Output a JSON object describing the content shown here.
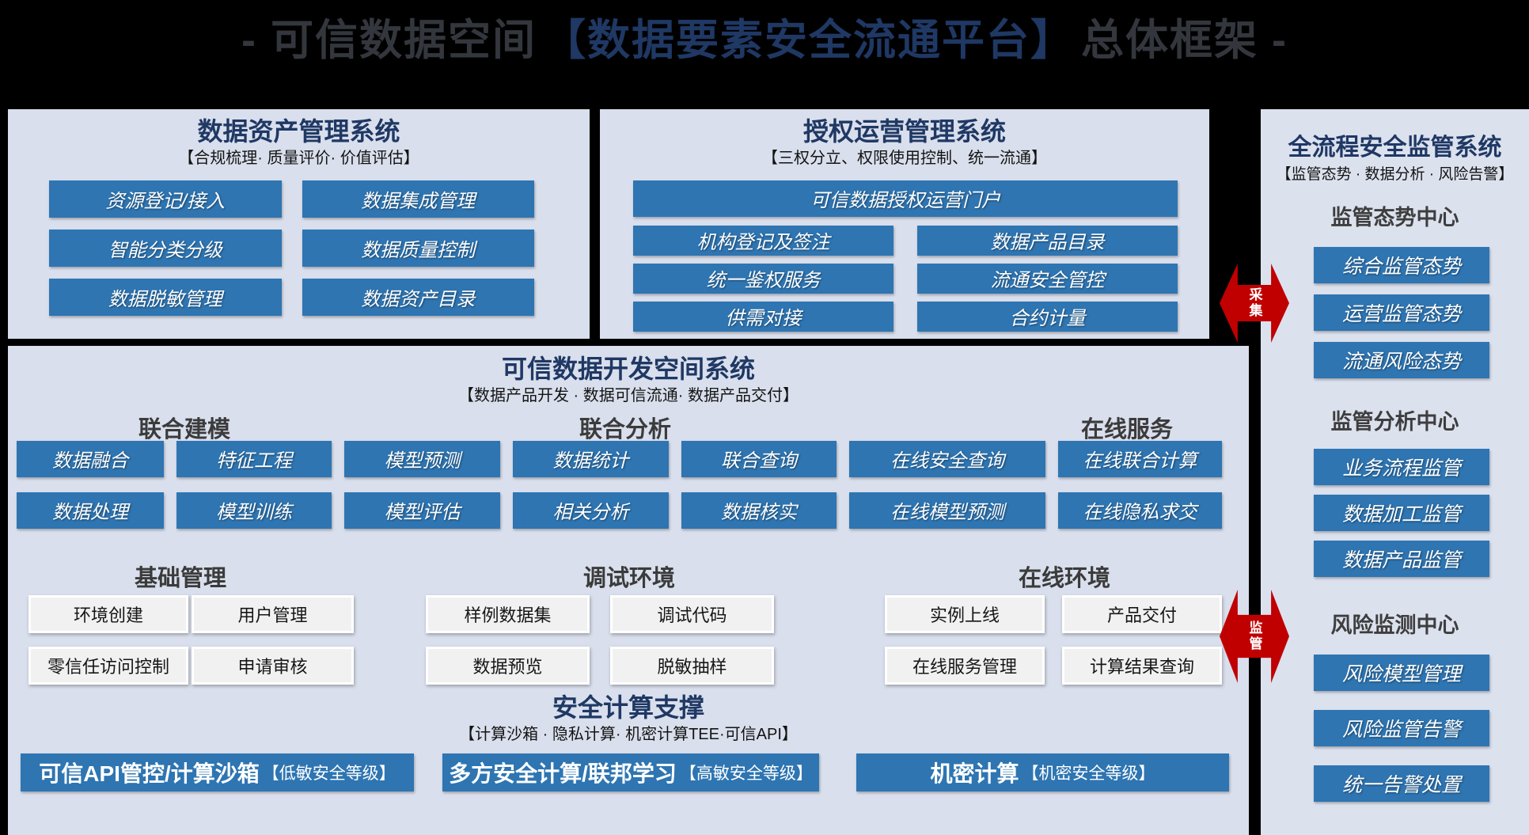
{
  "title": {
    "prefix": "- 可信数据空间",
    "highlight": "【数据要素安全流通平台】",
    "suffix": "总体框架 -"
  },
  "colors": {
    "background": "#000000",
    "panel_bg": "#d9dfec",
    "accent_blue": "#2e75b2",
    "navy_title": "#1f3864",
    "section_gray": "#3e3e3e",
    "arrow_red": "#c00000",
    "white_button_bg": "#f1f1f2"
  },
  "asset_box": {
    "title": "数据资产管理系统",
    "subtitle": "【合规梳理· 质量评价· 价值评估】",
    "buttons": [
      "资源登记/接入",
      "数据集成管理",
      "智能分类分级",
      "数据质量控制",
      "数据脱敏管理",
      "数据资产目录"
    ]
  },
  "auth_box": {
    "title": "授权运营管理系统",
    "subtitle": "【三权分立、权限使用控制、统一流通】",
    "portal": "可信数据授权运营门户",
    "buttons": [
      "机构登记及签注",
      "数据产品目录",
      "统一鉴权服务",
      "流通安全管控",
      "供需对接",
      "合约计量"
    ]
  },
  "sup_box": {
    "title": "全流程安全监管系统",
    "subtitle": "【监管态势 · 数据分析 · 风险告警】",
    "sections": [
      {
        "header": "监管态势中心",
        "buttons": [
          "综合监管态势",
          "运营监管态势",
          "流通风险态势"
        ]
      },
      {
        "header": "监管分析中心",
        "buttons": [
          "业务流程监管",
          "数据加工监管",
          "数据产品监管"
        ]
      },
      {
        "header": "风险监测中心",
        "buttons": [
          "风险模型管理",
          "风险监管告警",
          "统一告警处置"
        ]
      }
    ]
  },
  "arrows": {
    "collect": "采集",
    "supervise": "监管"
  },
  "dev_box": {
    "title": "可信数据开发空间系统",
    "subtitle": "【数据产品开发 · 数据可信流通· 数据产品交付】",
    "group_headers": [
      "联合建模",
      "联合分析",
      "在线服务"
    ],
    "row1": [
      "数据融合",
      "特征工程",
      "模型预测",
      "数据统计",
      "联合查询",
      "在线安全查询",
      "在线联合计算"
    ],
    "row2": [
      "数据处理",
      "模型训练",
      "模型评估",
      "相关分析",
      "数据核实",
      "在线模型预测",
      "在线隐私求交"
    ],
    "env_headers": [
      "基础管理",
      "调试环境",
      "在线环境"
    ],
    "env_row1": [
      "环境创建",
      "用户管理",
      "样例数据集",
      "调试代码",
      "实例上线",
      "产品交付"
    ],
    "env_row2": [
      "零信任访问控制",
      "申请审核",
      "数据预览",
      "脱敏抽样",
      "在线服务管理",
      "计算结果查询"
    ],
    "secure": {
      "title": "安全计算支撑",
      "subtitle": "【计算沙箱 · 隐私计算· 机密计算TEE·可信API】",
      "banners": [
        {
          "label": "可信API管控/计算沙箱",
          "level": "【低敏安全等级】"
        },
        {
          "label": "多方安全计算/联邦学习",
          "level": "【高敏安全等级】"
        },
        {
          "label": "机密计算",
          "level": "【机密安全等级】"
        }
      ]
    }
  }
}
